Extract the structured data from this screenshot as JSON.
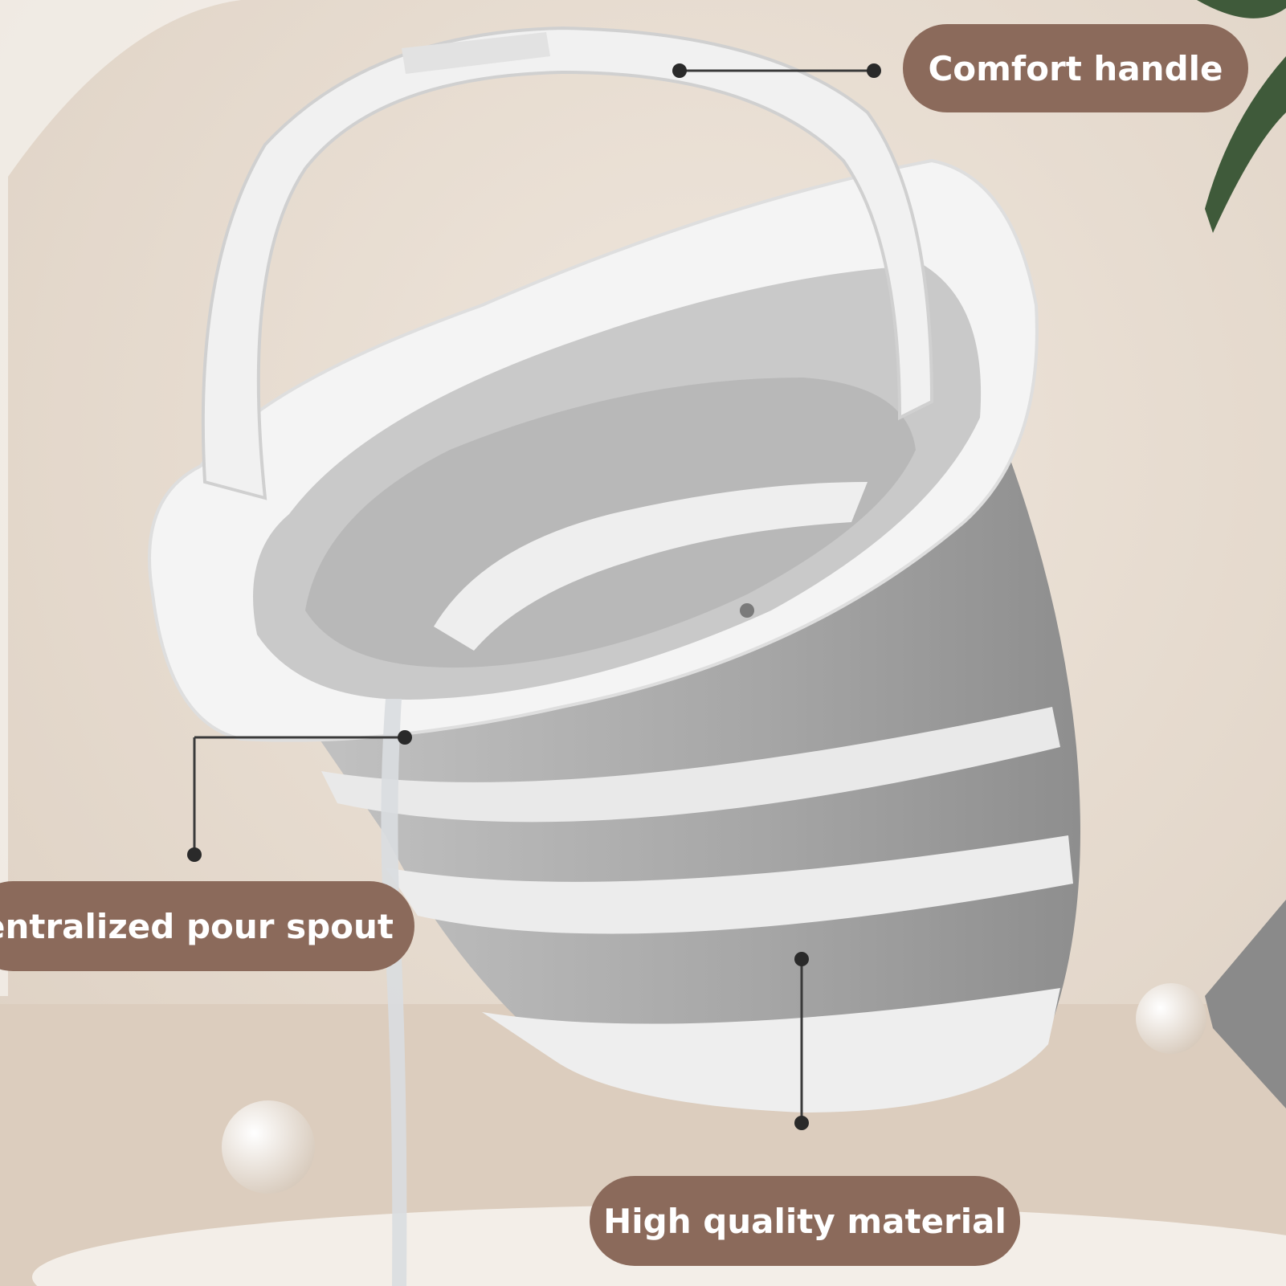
{
  "callouts": {
    "handle": "Comfort handle",
    "spout": "Centralized pour spout",
    "material": "High quality material"
  },
  "colors": {
    "callout_background": "#8b6a5b",
    "callout_text": "#ffffff",
    "background": "#e8ded3",
    "bucket_body": "#a8a8a8",
    "bucket_rim": "#f2f2f2"
  }
}
